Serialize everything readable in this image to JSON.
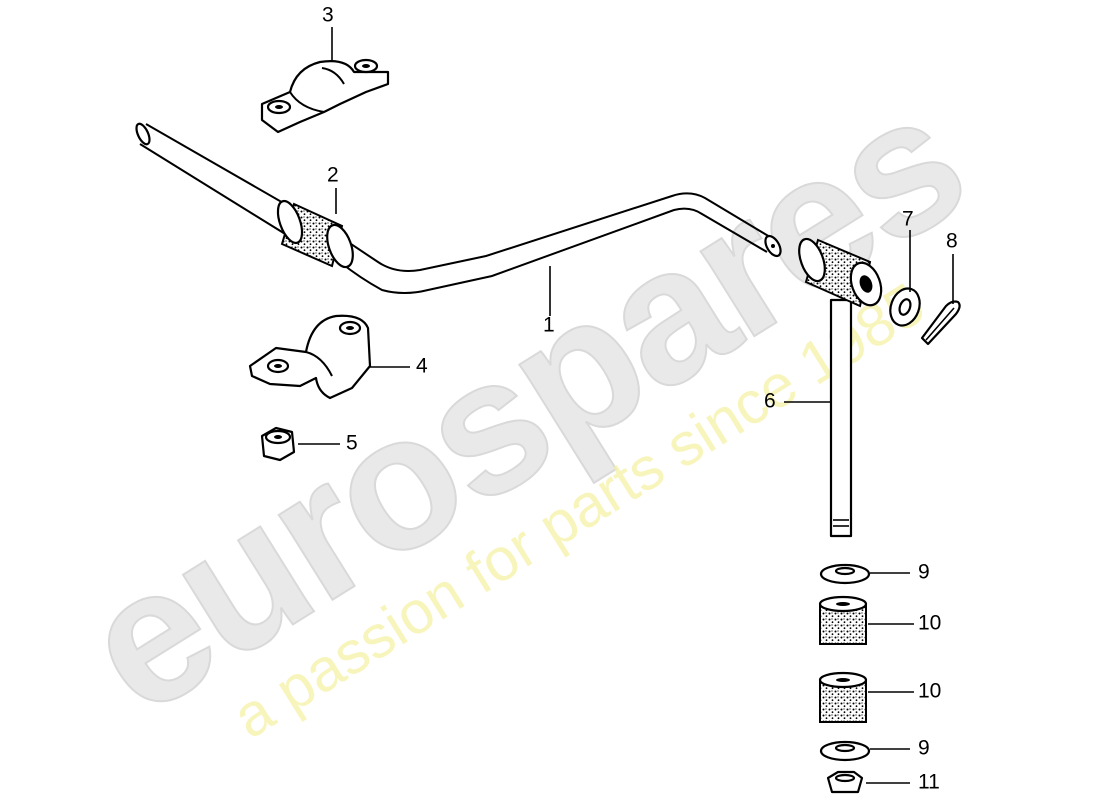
{
  "watermark": {
    "brand": "eurospares",
    "tagline": "a passion for parts since 1985"
  },
  "callouts": [
    {
      "id": "1",
      "part": "stabilizer-bar"
    },
    {
      "id": "2",
      "part": "bushing"
    },
    {
      "id": "3",
      "part": "upper-clamp"
    },
    {
      "id": "4",
      "part": "lower-clamp"
    },
    {
      "id": "5",
      "part": "lock-nut"
    },
    {
      "id": "6",
      "part": "link-rod"
    },
    {
      "id": "7",
      "part": "washer"
    },
    {
      "id": "8",
      "part": "cotter-pin"
    },
    {
      "id": "9",
      "part": "washer"
    },
    {
      "id": "10",
      "part": "rubber-bushing"
    },
    {
      "id": "10",
      "part": "rubber-bushing"
    },
    {
      "id": "9",
      "part": "washer"
    },
    {
      "id": "11",
      "part": "nut"
    }
  ]
}
